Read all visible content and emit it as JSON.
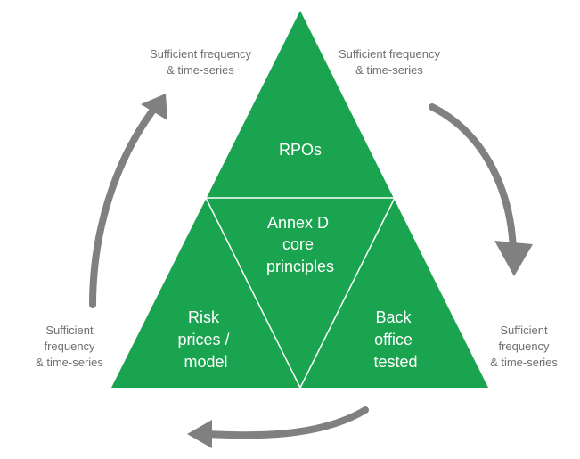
{
  "diagram": {
    "colors": {
      "triangle_fill": "#1aa44f",
      "divider_line": "#ffffff",
      "arrow": "#808080",
      "side_text": "#6f6f6f"
    },
    "labels": {
      "top_left": [
        "Sufficient frequency",
        "& time-series"
      ],
      "top_right": [
        "Sufficient frequency",
        "& time-series"
      ],
      "bottom_left": [
        "Sufficient",
        "frequency",
        "& time-series"
      ],
      "bottom_right": [
        "Sufficient",
        "frequency",
        "& time-series"
      ]
    },
    "segments": {
      "top": [
        "RPOs"
      ],
      "center": [
        "Annex D",
        "core",
        "principles"
      ],
      "bottom_left": [
        "Risk",
        "prices /",
        "model"
      ],
      "bottom_right": [
        "Back",
        "office",
        "tested"
      ]
    },
    "arrows": [
      "left-arrow-up",
      "right-arrow-down",
      "bottom-arrow-left"
    ]
  }
}
